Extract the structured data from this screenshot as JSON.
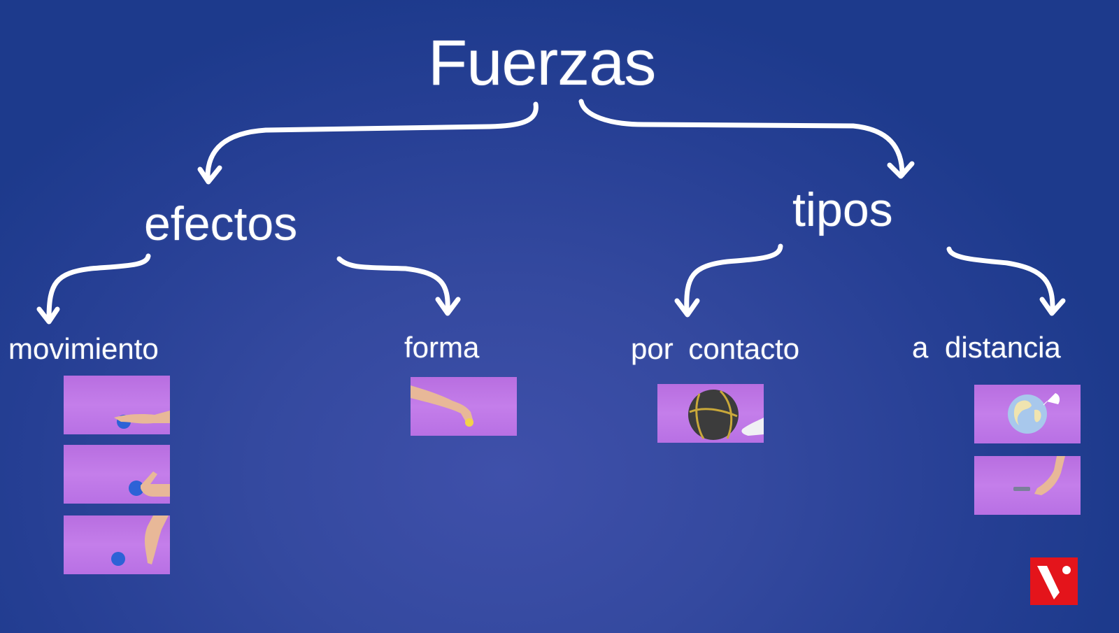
{
  "diagram": {
    "title": "Fuerzas",
    "branches": [
      {
        "label": "efectos",
        "children": [
          {
            "label": "movimiento",
            "images": [
              "hand-pushing-blue-ball",
              "hand-releasing-blue-ball",
              "blue-ball-rolling-away"
            ]
          },
          {
            "label": "forma",
            "images": [
              "hand-squeezing-yellow-ball"
            ]
          }
        ]
      },
      {
        "label": "tipos",
        "children": [
          {
            "label": "por contacto",
            "images": [
              "foot-kicking-basketball"
            ]
          },
          {
            "label": "a distancia",
            "images": [
              "earth-with-parachute",
              "hand-with-magnet"
            ]
          }
        ]
      }
    ]
  },
  "colors": {
    "background_dark": "#1d3a8c",
    "background_light": "#3f50aa",
    "text": "#ffffff",
    "thumbnail_purple": "#c47eea",
    "logo_red": "#e4141b"
  },
  "logo": {
    "icon": "v-logo-icon"
  }
}
